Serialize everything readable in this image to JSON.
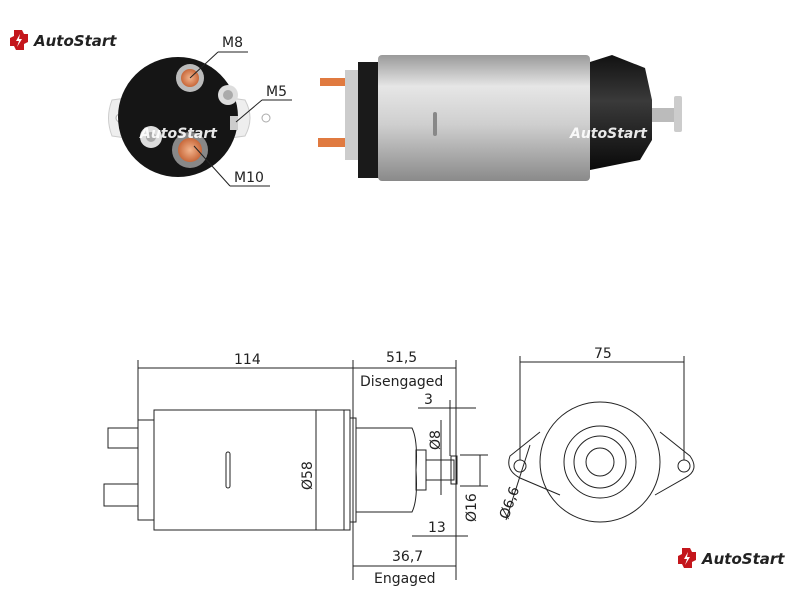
{
  "brand": {
    "name": "AutoStart",
    "color": "#c4161c"
  },
  "photo_labels": {
    "m8": "M8",
    "m5": "M5",
    "m10": "M10",
    "watermark": "AutoStart"
  },
  "dimensions": {
    "length": "114",
    "disengaged_value": "51,5",
    "disengaged_label": "Disengaged",
    "gap": "3",
    "plunger_dia": "Ø8",
    "body_dia": "Ø58",
    "head_dia": "Ø16",
    "shaft_len": "13",
    "engaged_value": "36,7",
    "engaged_label": "Engaged",
    "width": "75",
    "hole_dia": "Ø6,6"
  }
}
